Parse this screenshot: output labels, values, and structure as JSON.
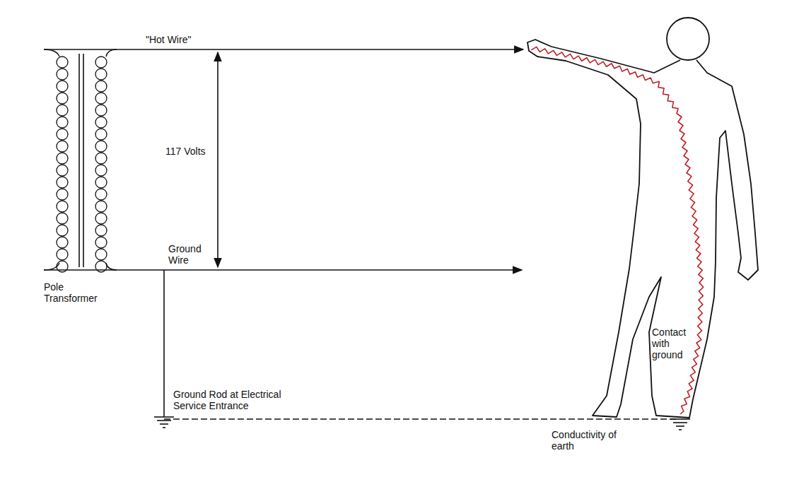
{
  "diagram": {
    "labels": [
      "\"Hot Wire\"",
      "117 Volts",
      "Ground Wire",
      "Pole Transformer",
      "Ground Rod at Electrical Service Entrance",
      "Contact with ground",
      "Conductivity of earth"
    ]
  }
}
